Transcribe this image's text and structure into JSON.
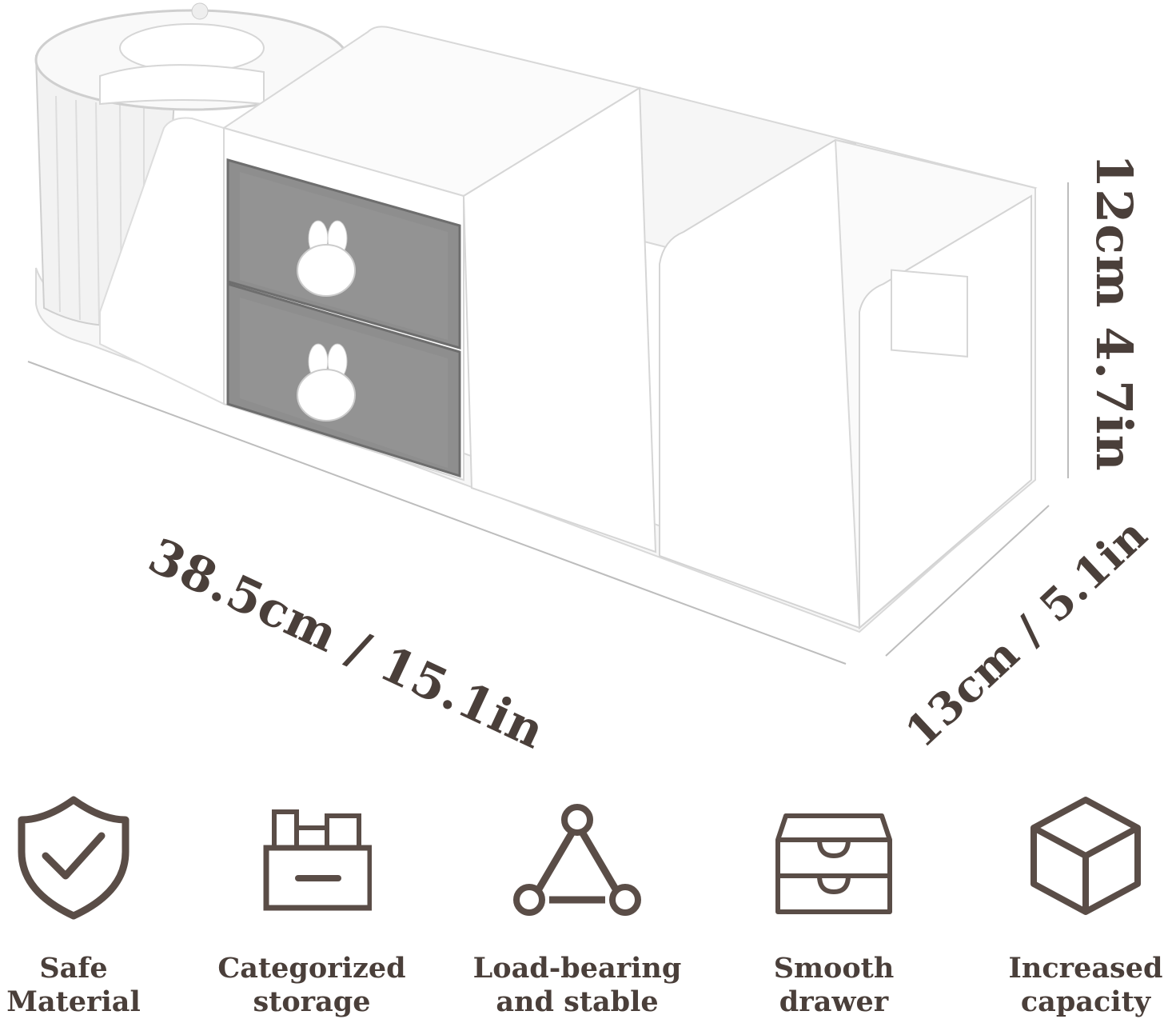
{
  "dimensions": {
    "length": "38.5cm / 15.1in",
    "height": "12cm  4.7in",
    "depth": "13cm / 5.1in"
  },
  "features": [
    {
      "icon": "shield-check-icon",
      "line1": "Safe",
      "line2": "Material"
    },
    {
      "icon": "storage-box-icon",
      "line1": "Categorized",
      "line2": "storage"
    },
    {
      "icon": "triangle-nodes-icon",
      "line1": "Load-bearing",
      "line2": "and stable"
    },
    {
      "icon": "drawer-icon",
      "line1": "Smooth",
      "line2": "drawer"
    },
    {
      "icon": "cube-icon",
      "line1": "Increased",
      "line2": "capacity"
    }
  ],
  "colors": {
    "text": "#4a3f3a",
    "icon": "#5a4d47",
    "product_outline": "#d8d8d8",
    "drawer": "#6e6e6e"
  }
}
